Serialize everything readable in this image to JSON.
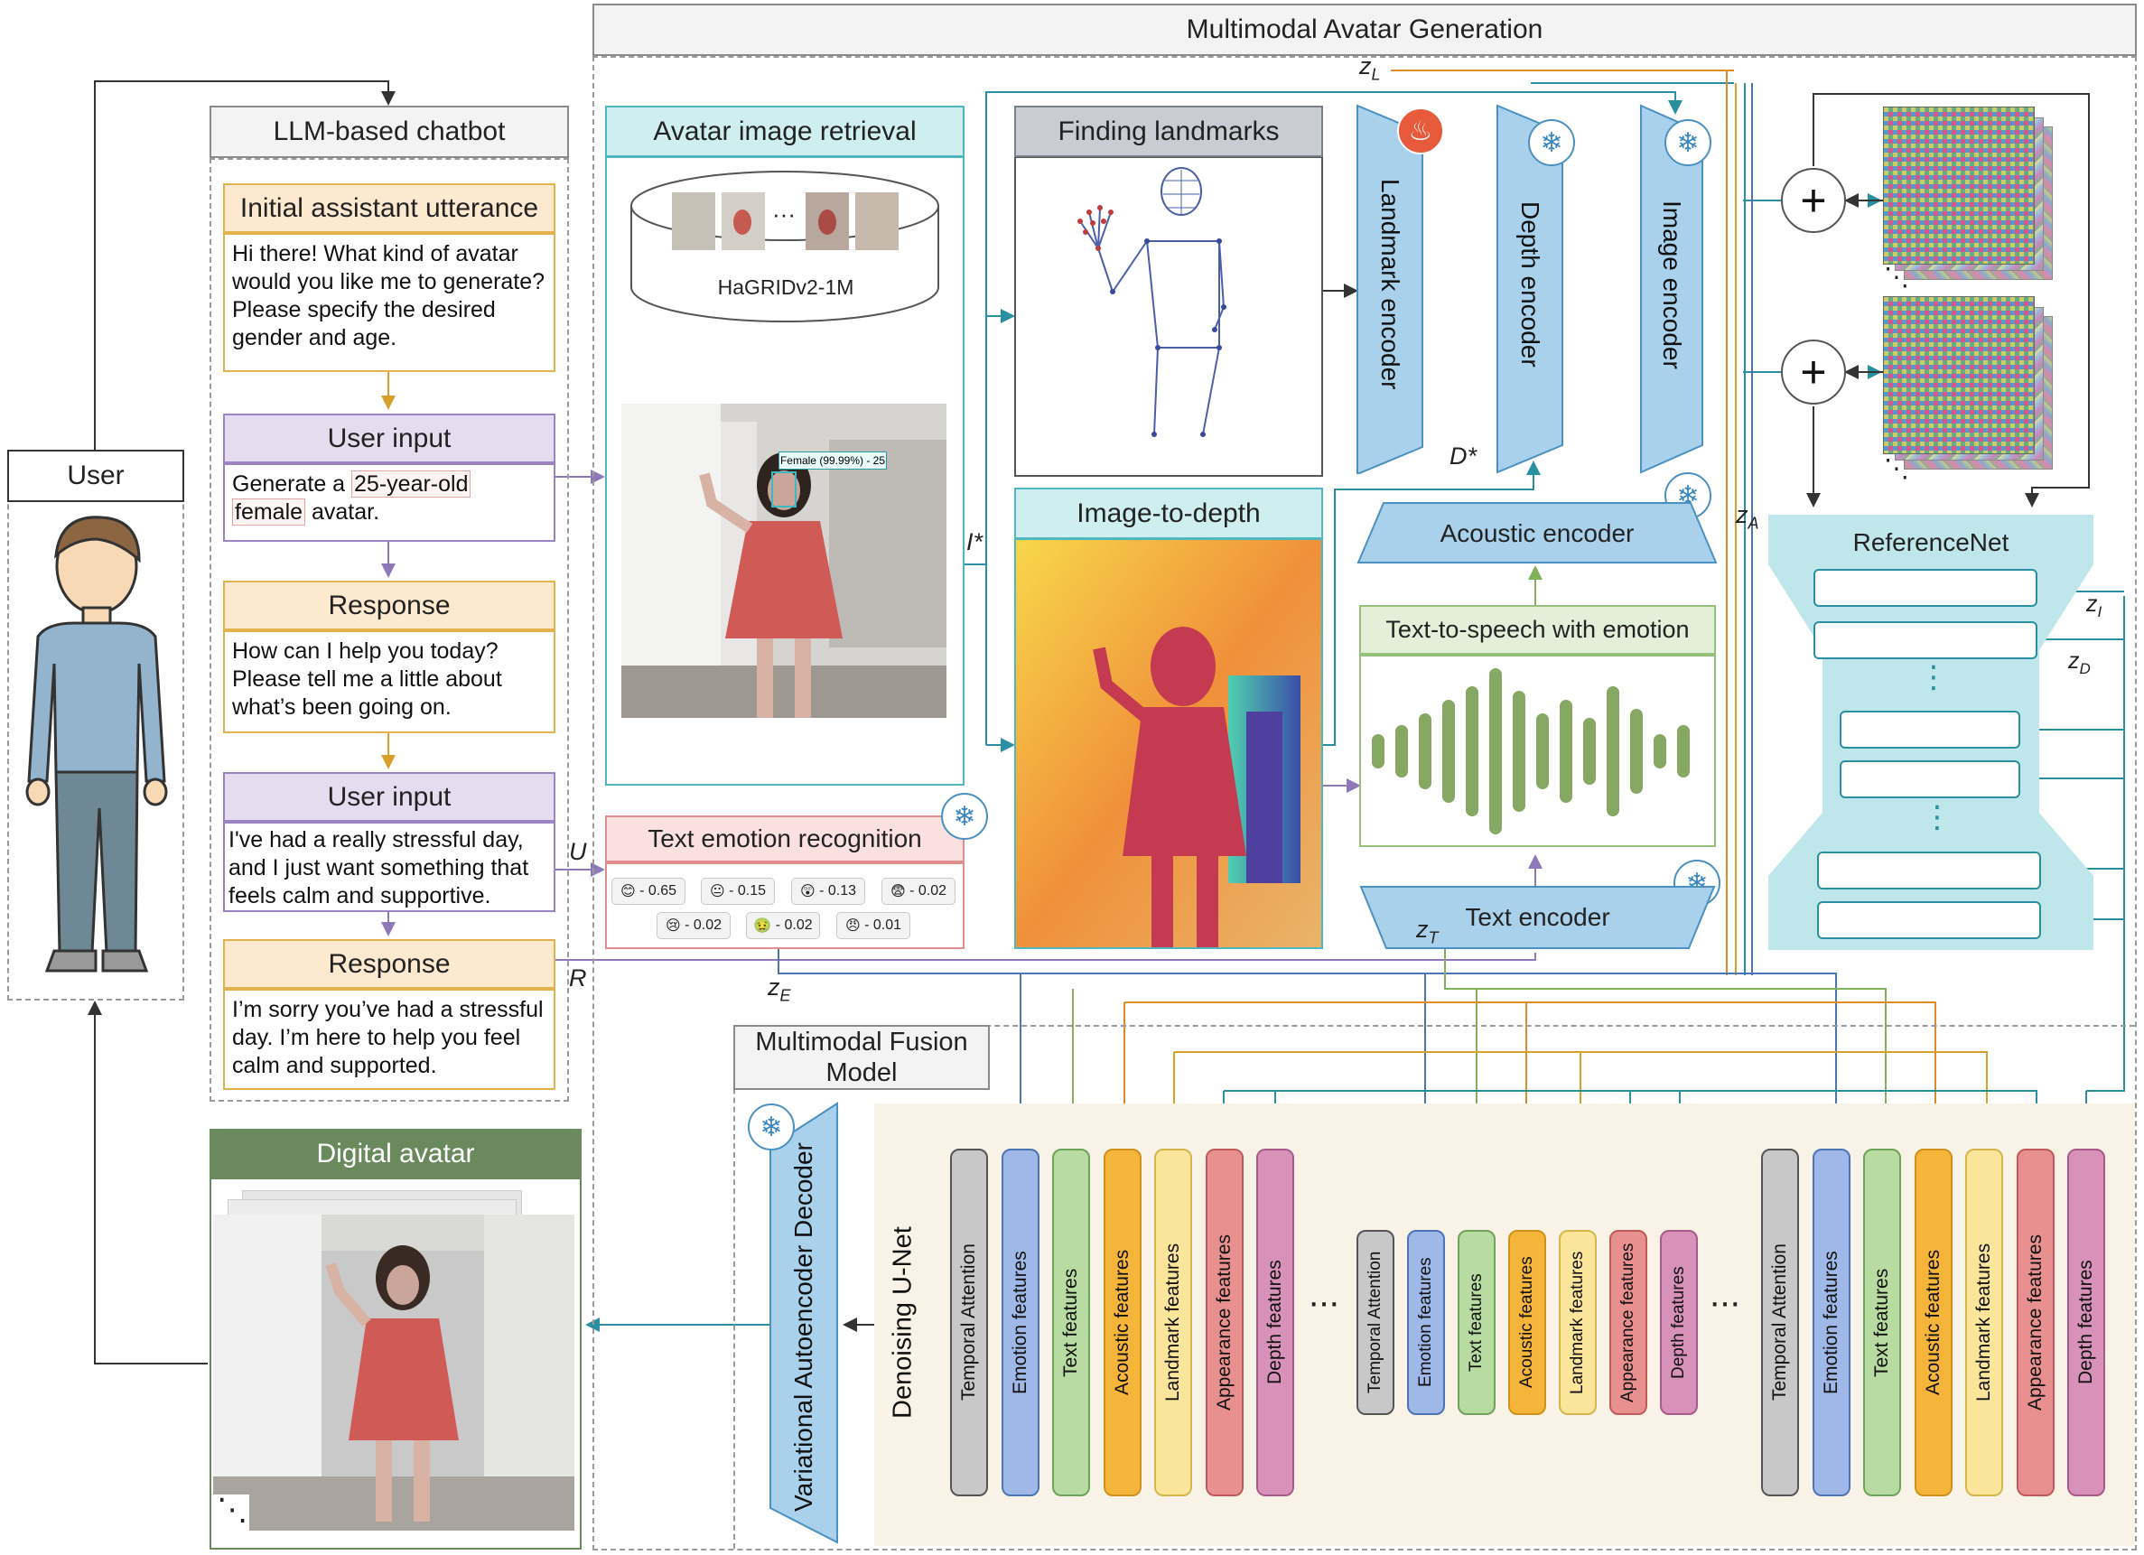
{
  "user": {
    "label": "User"
  },
  "chatbot": {
    "title": "LLM-based chatbot",
    "initial_header": "Initial assistant utterance",
    "initial_text": "Hi there! What kind of avatar would you like me to generate? Please specify the desired gender and age.",
    "user_input_header": "User input",
    "user_input1_pre": "Generate a ",
    "user_input1_age": "25-year-old",
    "user_input1_gender": "female",
    "user_input1_post": "avatar.",
    "response_header": "Response",
    "response1_text": "How can I help you today? Please tell me a little about what’s been going on.",
    "user_input2_text": "I've had a really stressful day, and I just want something that feels calm and supportive.",
    "response2_text": "I’m sorry you’ve had a stressful day. I’m here to help you feel calm and supported."
  },
  "digital_avatar": {
    "title": "Digital avatar",
    "dots": "⋱"
  },
  "generation": {
    "title": "Multimodal Avatar Generation",
    "retrieval_title": "Avatar image retrieval",
    "dataset": "HaGRIDv2-1M",
    "dots": "···",
    "face_tag": "Female (99.99%) - 25",
    "landmarks_title": "Finding landmarks",
    "depth_title": "Image-to-depth",
    "landmark_encoder": "Landmark encoder",
    "depth_encoder": "Depth encoder",
    "image_encoder": "Image encoder",
    "acoustic_encoder": "Acoustic encoder",
    "tts_title": "Text-to-speech with emotion",
    "text_encoder": "Text encoder",
    "emotion_title": "Text emotion recognition",
    "emotions": [
      {
        "icon": "😊",
        "value": "- 0.65"
      },
      {
        "icon": "😐",
        "value": "- 0.15"
      },
      {
        "icon": "😲",
        "value": "- 0.13"
      },
      {
        "icon": "😨",
        "value": "- 0.02"
      },
      {
        "icon": "😢",
        "value": "- 0.02"
      },
      {
        "icon": "🤢",
        "value": "- 0.02"
      },
      {
        "icon": "😠",
        "value": "- 0.01"
      }
    ],
    "referencenet": "ReferenceNet",
    "plus": "+",
    "dots_diag": "⋱",
    "dots_v": "⋮"
  },
  "symbols": {
    "zL_base": "z",
    "zL_sub": "L",
    "Istar": "I*",
    "Dstar": "D*",
    "zA_base": "z",
    "zA_sub": "A",
    "zI_base": "z",
    "zI_sub": "I",
    "zD_base": "z",
    "zD_sub": "D",
    "zT_base": "z",
    "zT_sub": "T",
    "zE_base": "z",
    "zE_sub": "E",
    "U": "U",
    "R": "R"
  },
  "fusion": {
    "title": "Multimodal Fusion Model",
    "vae": "Variational Autoencoder Decoder",
    "unet": "Denoising U-Net",
    "dots": "···",
    "groups": [
      [
        "Temporal Attention",
        "Emotion features",
        "Text features",
        "Acoustic features",
        "Landmark features",
        "Appearance features",
        "Depth features"
      ],
      [
        "Temporal Attention",
        "Emotion features",
        "Text features",
        "Acoustic features",
        "Landmark features",
        "Appearance features",
        "Depth features"
      ],
      [
        "Temporal Attention",
        "Emotion features",
        "Text features",
        "Acoustic features",
        "Landmark features",
        "Appearance features",
        "Depth features"
      ]
    ]
  },
  "colors": {
    "temporal": "#c8c8c8",
    "emotion": "#9fb8e8",
    "text": "#b7dba0",
    "acoustic": "#f5b53a",
    "landmark": "#fbe59a",
    "appearance": "#e8908f",
    "depth": "#d891b8",
    "encoder": "#a9d1ec",
    "teal": "#2a8fa1"
  }
}
